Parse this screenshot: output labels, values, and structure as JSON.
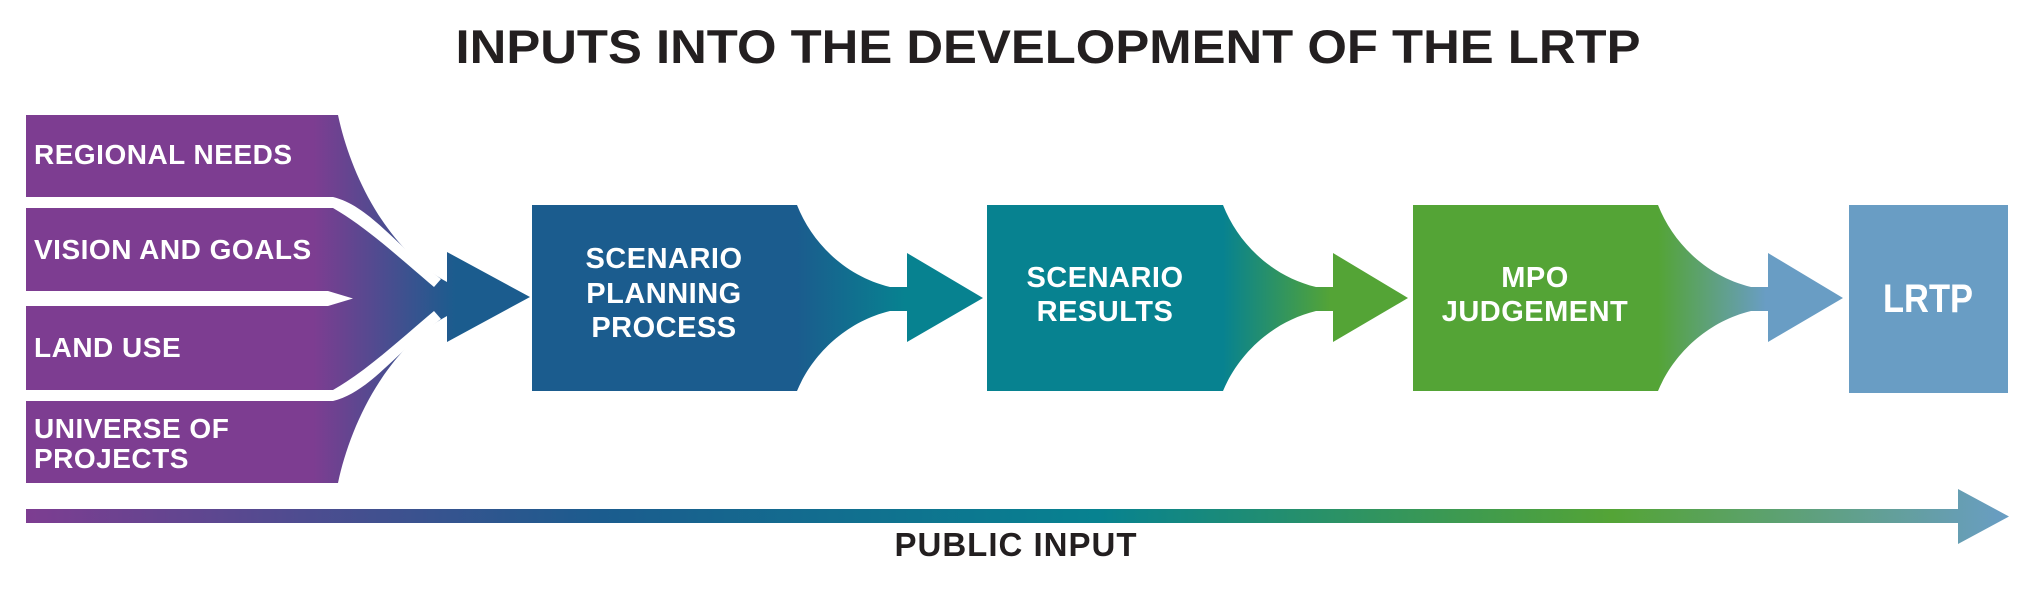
{
  "title": "INPUTS INTO THE DEVELOPMENT OF THE LRTP",
  "inputs": [
    {
      "lines": [
        "REGIONAL NEEDS"
      ]
    },
    {
      "lines": [
        "VISION AND GOALS"
      ]
    },
    {
      "lines": [
        "LAND USE"
      ]
    },
    {
      "lines": [
        "UNIVERSE OF",
        "PROJECTS"
      ]
    }
  ],
  "stages": [
    {
      "lines": [
        "SCENARIO",
        "PLANNING",
        "PROCESS"
      ],
      "color": "#1b5c8e"
    },
    {
      "lines": [
        "SCENARIO",
        "RESULTS"
      ],
      "color": "#078290"
    },
    {
      "lines": [
        "MPO",
        "JUDGEMENT"
      ],
      "color": "#54a436"
    },
    {
      "lines": [
        "LRTP"
      ],
      "color": "#699dc4"
    }
  ],
  "bottom_arrow": {
    "label": "PUBLIC INPUT"
  },
  "colors": {
    "purple": "#7d3d91",
    "dark_blue": "#1b5c8e",
    "teal": "#078290",
    "green": "#54a436",
    "light_blue": "#699dc4",
    "title_text": "#231f20",
    "label_text": "#ffffff"
  }
}
